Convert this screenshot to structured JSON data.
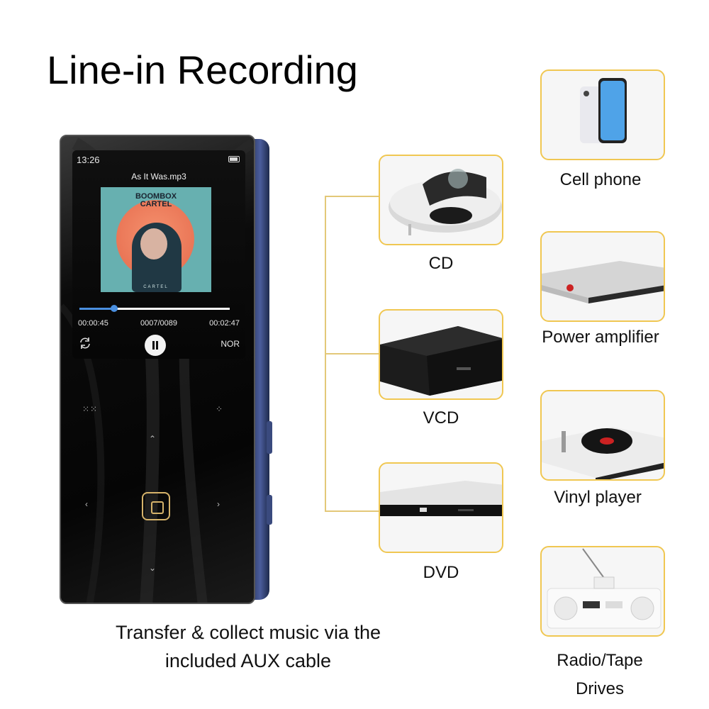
{
  "title": "Line-in Recording",
  "device": {
    "status_time": "13:26",
    "track_name": "As It Was.mp3",
    "album_art_text": "BOOMBOX\nCARTEL",
    "album_art_caption": "CARTEL",
    "progress": 0.23,
    "elapsed": "00:00:45",
    "track_count": "0007/0089",
    "total": "00:02:47",
    "mode": "NOR"
  },
  "caption": {
    "line1": "Transfer & collect music via the",
    "line2": "included AUX cable"
  },
  "sources_middle": [
    {
      "label": "CD",
      "icon": "cd-player-image"
    },
    {
      "label": "VCD",
      "icon": "vcd-player-image"
    },
    {
      "label": "DVD",
      "icon": "dvd-drive-image"
    }
  ],
  "sources_right": [
    {
      "label": "Cell phone",
      "icon": "cell-phone-image"
    },
    {
      "label": "Power amplifier",
      "icon": "power-amplifier-image"
    },
    {
      "label": "Vinyl player",
      "icon": "vinyl-player-image"
    },
    {
      "label_line1": "Radio/Tape",
      "label_line2": "Drives",
      "icon": "radio-image"
    }
  ],
  "colors": {
    "card_border": "#f0c752",
    "connector": "#e3c878",
    "progress": "#4a8fe0",
    "device_side": "#3a4a7e"
  }
}
